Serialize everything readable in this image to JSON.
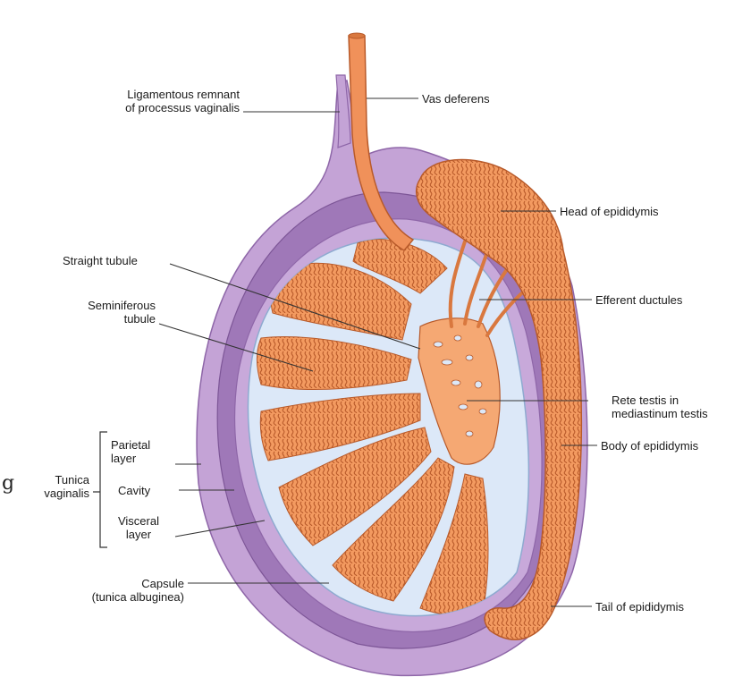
{
  "labels": {
    "ligamentous_remnant": "Ligamentous remnant\nof processus vaginalis",
    "vas_deferens": "Vas deferens",
    "head_of_epididymis": "Head of epididymis",
    "straight_tubule": "Straight tubule",
    "seminiferous_tubule": "Seminiferous\ntubule",
    "efferent_ductules": "Efferent ductules",
    "rete_testis": "Rete testis in\nmediastinum testis",
    "body_of_epididymis": "Body of epididymis",
    "parietal_layer": "Parietal\nlayer",
    "cavity": "Cavity",
    "visceral_layer": "Visceral\nlayer",
    "tunica_vaginalis": "Tunica\nvaginalis",
    "capsule": "Capsule\n(tunica albuginea)",
    "tail_of_epididymis": "Tail of epididymis",
    "edge_letter": "g"
  },
  "colors": {
    "tunica_outer": "#c9a8d8",
    "tunica_dark": "#9a72b3",
    "tunica_inner": "#b48ccb",
    "capsule_fill": "#dfe9f7",
    "tubule_fill": "#f29a62",
    "tubule_line": "#b85a2a",
    "leader": "#333333"
  }
}
